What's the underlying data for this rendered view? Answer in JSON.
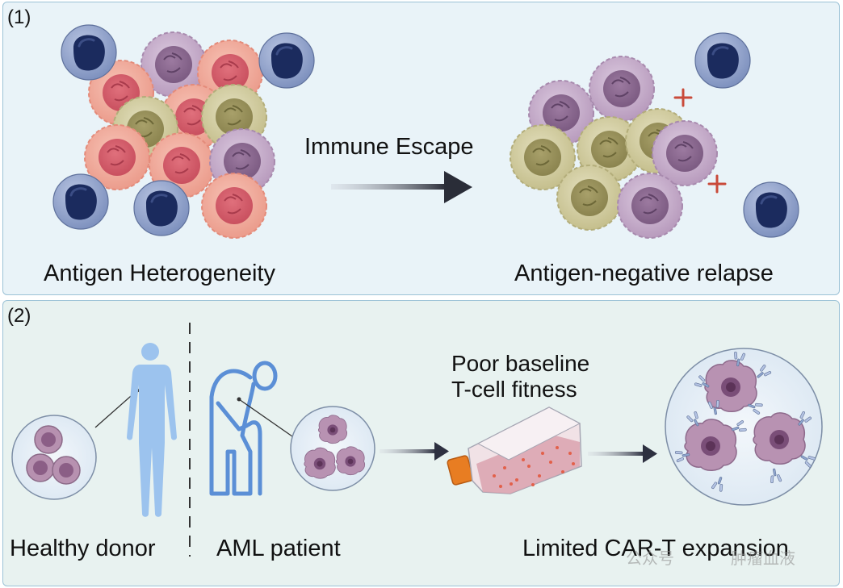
{
  "panel1": {
    "tag": "(1)",
    "arrow_label": "Immune Escape",
    "left_caption": "Antigen Heterogeneity",
    "right_caption": "Antigen-negative relapse"
  },
  "panel2": {
    "tag": "(2)",
    "donor_caption": "Healthy donor",
    "patient_caption": "AML patient",
    "fitness_line1": "Poor baseline",
    "fitness_line2": "T-cell fitness",
    "expansion_caption": "Limited CAR-T expansion"
  },
  "watermark": {
    "text1": "公众号",
    "text2": "肿瘤血液"
  },
  "colors": {
    "panel_border": "#9cc2d6",
    "panel1_bg": "#e9f3f8",
    "panel2_bg": "#e8f2f0",
    "tcell": "#8d9fc9",
    "tcell_nucleus": "#1e2f63",
    "tumor_red": "#f0a594",
    "tumor_purple": "#c8a9c9",
    "tumor_olive": "#cfca9e",
    "human_blue": "#9cc3ee",
    "aml_patient_blue": "#5b8fd6",
    "plus_sign": "#c94a3a"
  }
}
